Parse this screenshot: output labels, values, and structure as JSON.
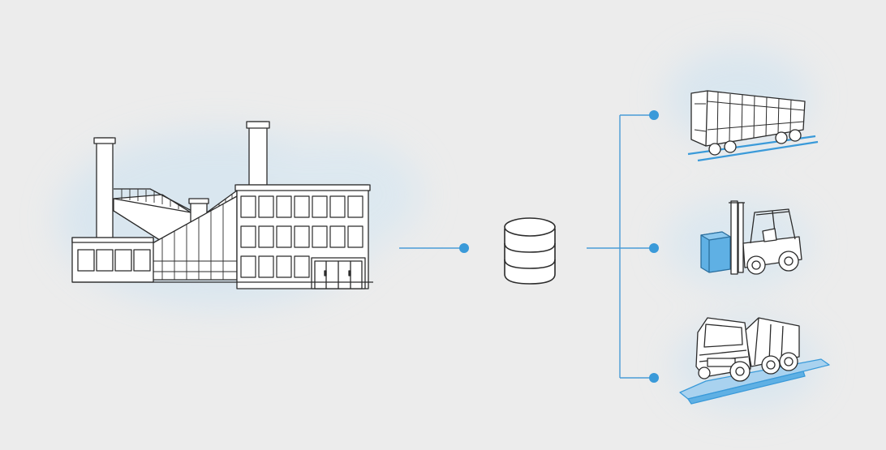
{
  "colors": {
    "background": "#ececec",
    "accent": "#3a9ad9",
    "line": "#4a9bd6",
    "stroke": "#2b2b2b",
    "wash": "#cfe2ef"
  },
  "nodes": [
    {
      "id": "factory",
      "icon": "factory-icon"
    },
    {
      "id": "database",
      "icon": "database-icon"
    },
    {
      "id": "railcar",
      "icon": "railway-wagon-icon"
    },
    {
      "id": "forklift",
      "icon": "forklift-icon"
    },
    {
      "id": "truck",
      "icon": "dump-truck-on-scale-icon"
    }
  ],
  "connections": [
    {
      "from": "factory",
      "to": "database"
    },
    {
      "from": "database",
      "to": "railcar"
    },
    {
      "from": "database",
      "to": "forklift"
    },
    {
      "from": "database",
      "to": "truck"
    }
  ]
}
